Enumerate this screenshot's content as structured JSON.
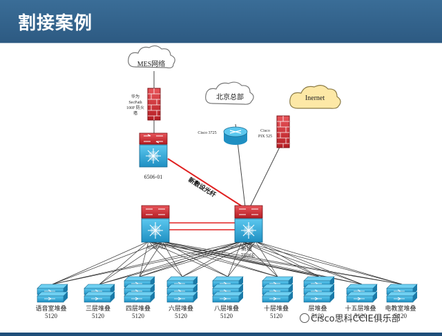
{
  "header": {
    "title": "割接案例"
  },
  "clouds": {
    "mes": "MES网络",
    "beijing": "北京总部",
    "internet": "Inernet"
  },
  "labels": {
    "firewall_mes": [
      "华为",
      "SecPath",
      "100F 防火",
      "墙"
    ],
    "cisco3725": "Cisco 3725",
    "ciscopix": [
      "Cisco",
      "PIX 525"
    ],
    "core1": "6506-01",
    "fiber": "新敷设光纤",
    "core2": "6506-02",
    "newcore": [
      "新增",
      "7506E"
    ]
  },
  "stacks": [
    {
      "name": "语音室堆叠",
      "model": "5120"
    },
    {
      "name": "三层堆叠",
      "model": "5120"
    },
    {
      "name": "四层堆叠",
      "model": "5120"
    },
    {
      "name": "六层堆叠",
      "model": "5120"
    },
    {
      "name": "八层堆叠",
      "model": "5120"
    },
    {
      "name": "十层堆叠",
      "model": "5120"
    },
    {
      "name": "层堆叠",
      "model": "5120"
    },
    {
      "name": "十五层堆叠",
      "model": "5120"
    },
    {
      "name": "电教室堆叠",
      "model": "5120"
    }
  ],
  "watermark": "Cisco思科CCIE俱乐部",
  "colors": {
    "accent": "#2d5a82",
    "firewall": "#c0282d",
    "link_red": "#e02020",
    "switch_blue": "#29a8d8"
  }
}
